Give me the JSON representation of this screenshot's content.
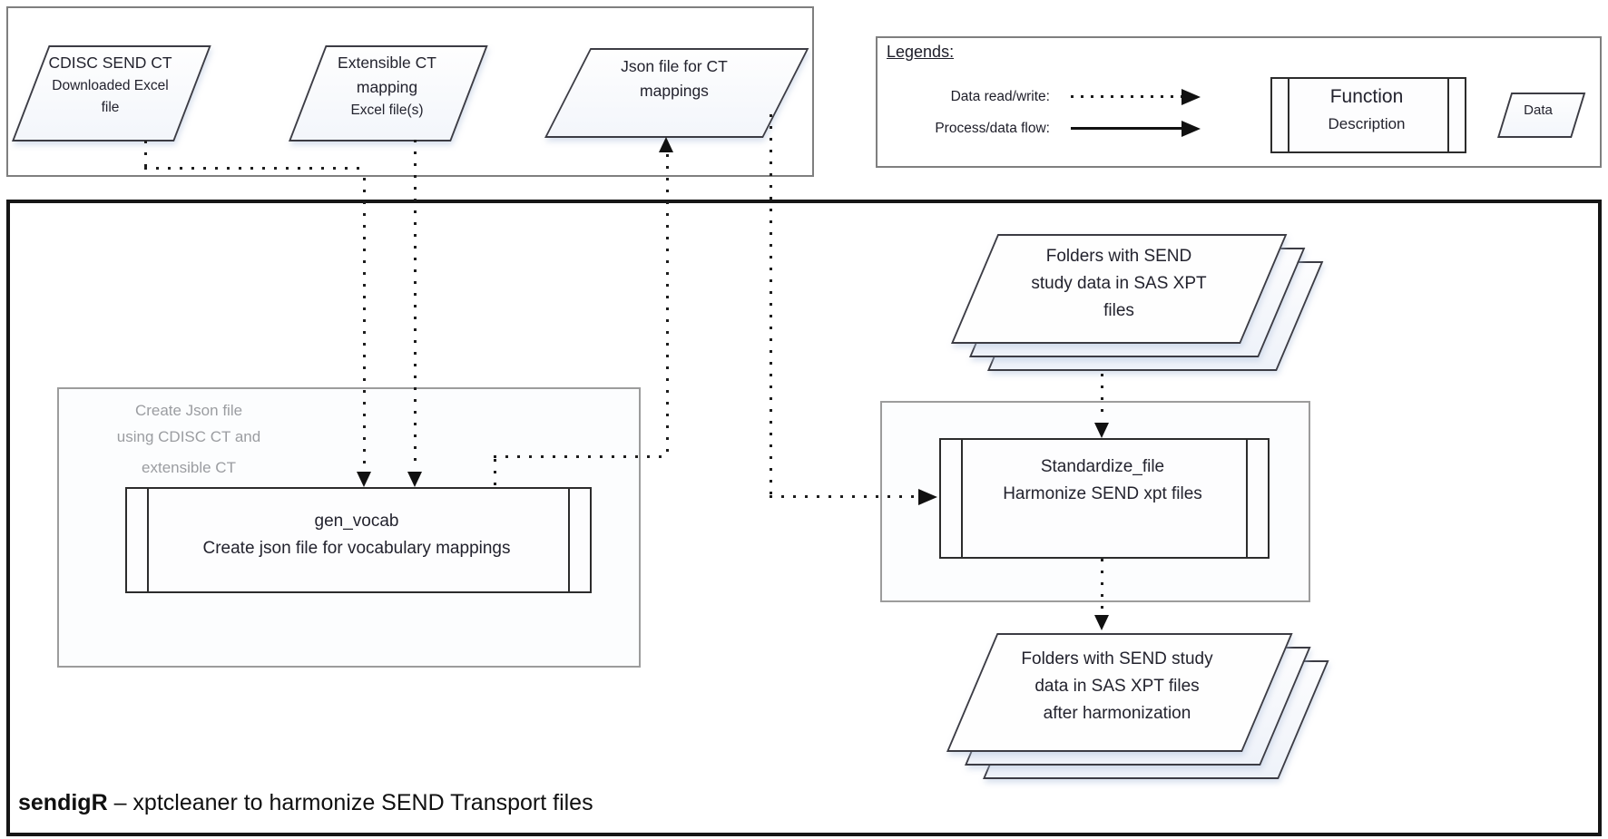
{
  "top_inputs": [
    {
      "lines": [
        "CDISC SEND CT",
        "Downloaded Excel",
        "file"
      ]
    },
    {
      "lines": [
        "Extensible CT",
        "mapping",
        "Excel file(s)"
      ]
    },
    {
      "lines": [
        "Json file for CT",
        "mappings"
      ]
    }
  ],
  "legend": {
    "title": "Legends:",
    "data_rw_label": "Data read/write:",
    "flow_label": "Process/data flow:",
    "function_title": "Function",
    "function_desc": "Description",
    "data_label": "Data"
  },
  "gen_vocab_group": {
    "label_lines": [
      "Create Json file",
      "using CDISC CT and",
      "extensible CT"
    ],
    "title": "gen_vocab",
    "desc": "Create json file for vocabulary mappings"
  },
  "standardize": {
    "title": "Standardize_file",
    "desc": "Harmonize SEND xpt files"
  },
  "input_stack_lines": [
    "Folders with SEND",
    "study data in SAS XPT",
    "files"
  ],
  "output_stack_lines": [
    "Folders with SEND study",
    "data in SAS XPT files",
    "after harmonization"
  ],
  "caption": {
    "bold": "sendigR",
    "rest": " – xptcleaner to harmonize SEND Transport files"
  },
  "colors": {
    "container_border": "#7f7f7f",
    "main_border": "#161616",
    "shape_border": "#2c2c2c",
    "muted_label": "#9b9da1",
    "text": "#23232e"
  }
}
